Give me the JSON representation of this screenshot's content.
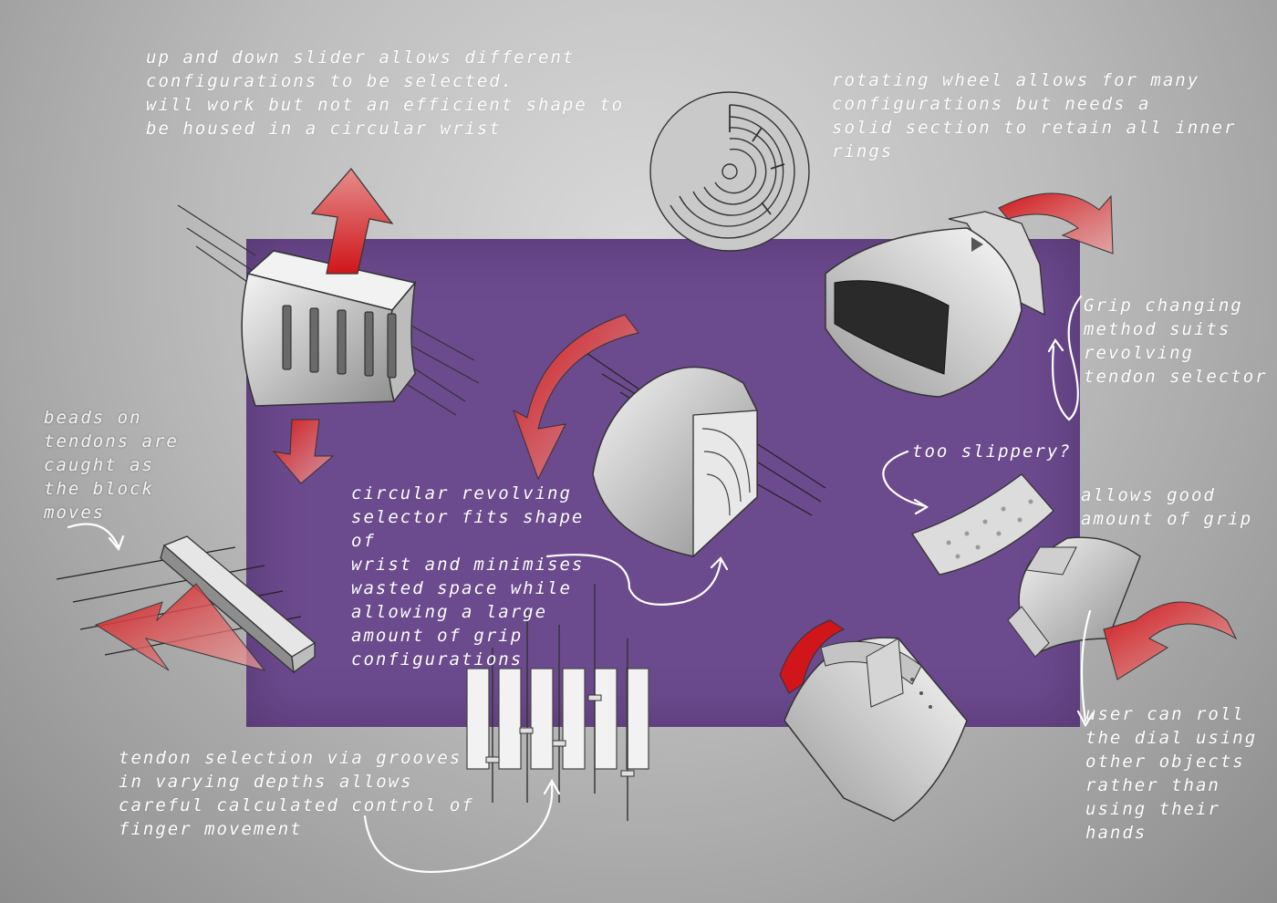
{
  "annotations": {
    "slider": "up and down slider allows different\nconfigurations to be selected.\nwill work but not an efficient shape to\nbe housed in a circular wrist",
    "rotating_wheel": "rotating wheel allows for many\nconfigurations but needs a\nsolid section to retain all inner\nrings",
    "grip_changing": "Grip changing\nmethod suits\nrevolving\ntendon selector",
    "beads": "beads on\ntendons are\ncaught as\nthe block\nmoves",
    "circular_selector": "circular revolving\nselector fits shape of\nwrist and minimises\nwasted space while\nallowing a large\namount of grip\nconfigurations",
    "too_slippery": "too slippery?",
    "good_grip": "allows good\namount of grip",
    "roll_dial": "user can roll\nthe dial using\nother objects\nrather than\nusing their\nhands",
    "grooves": "tendon selection via grooves\nin varying depths allows\ncareful calculated control of\nfinger movement"
  },
  "colors": {
    "panel": "#6c4a8e",
    "background": "#bdbdbd",
    "arrow_red": "#d0161a",
    "annotation_text": "#ffffff",
    "sketch_line": "#333333"
  },
  "icons": [
    "red-arrow-icon",
    "hand-drawn-arrow-icon"
  ]
}
